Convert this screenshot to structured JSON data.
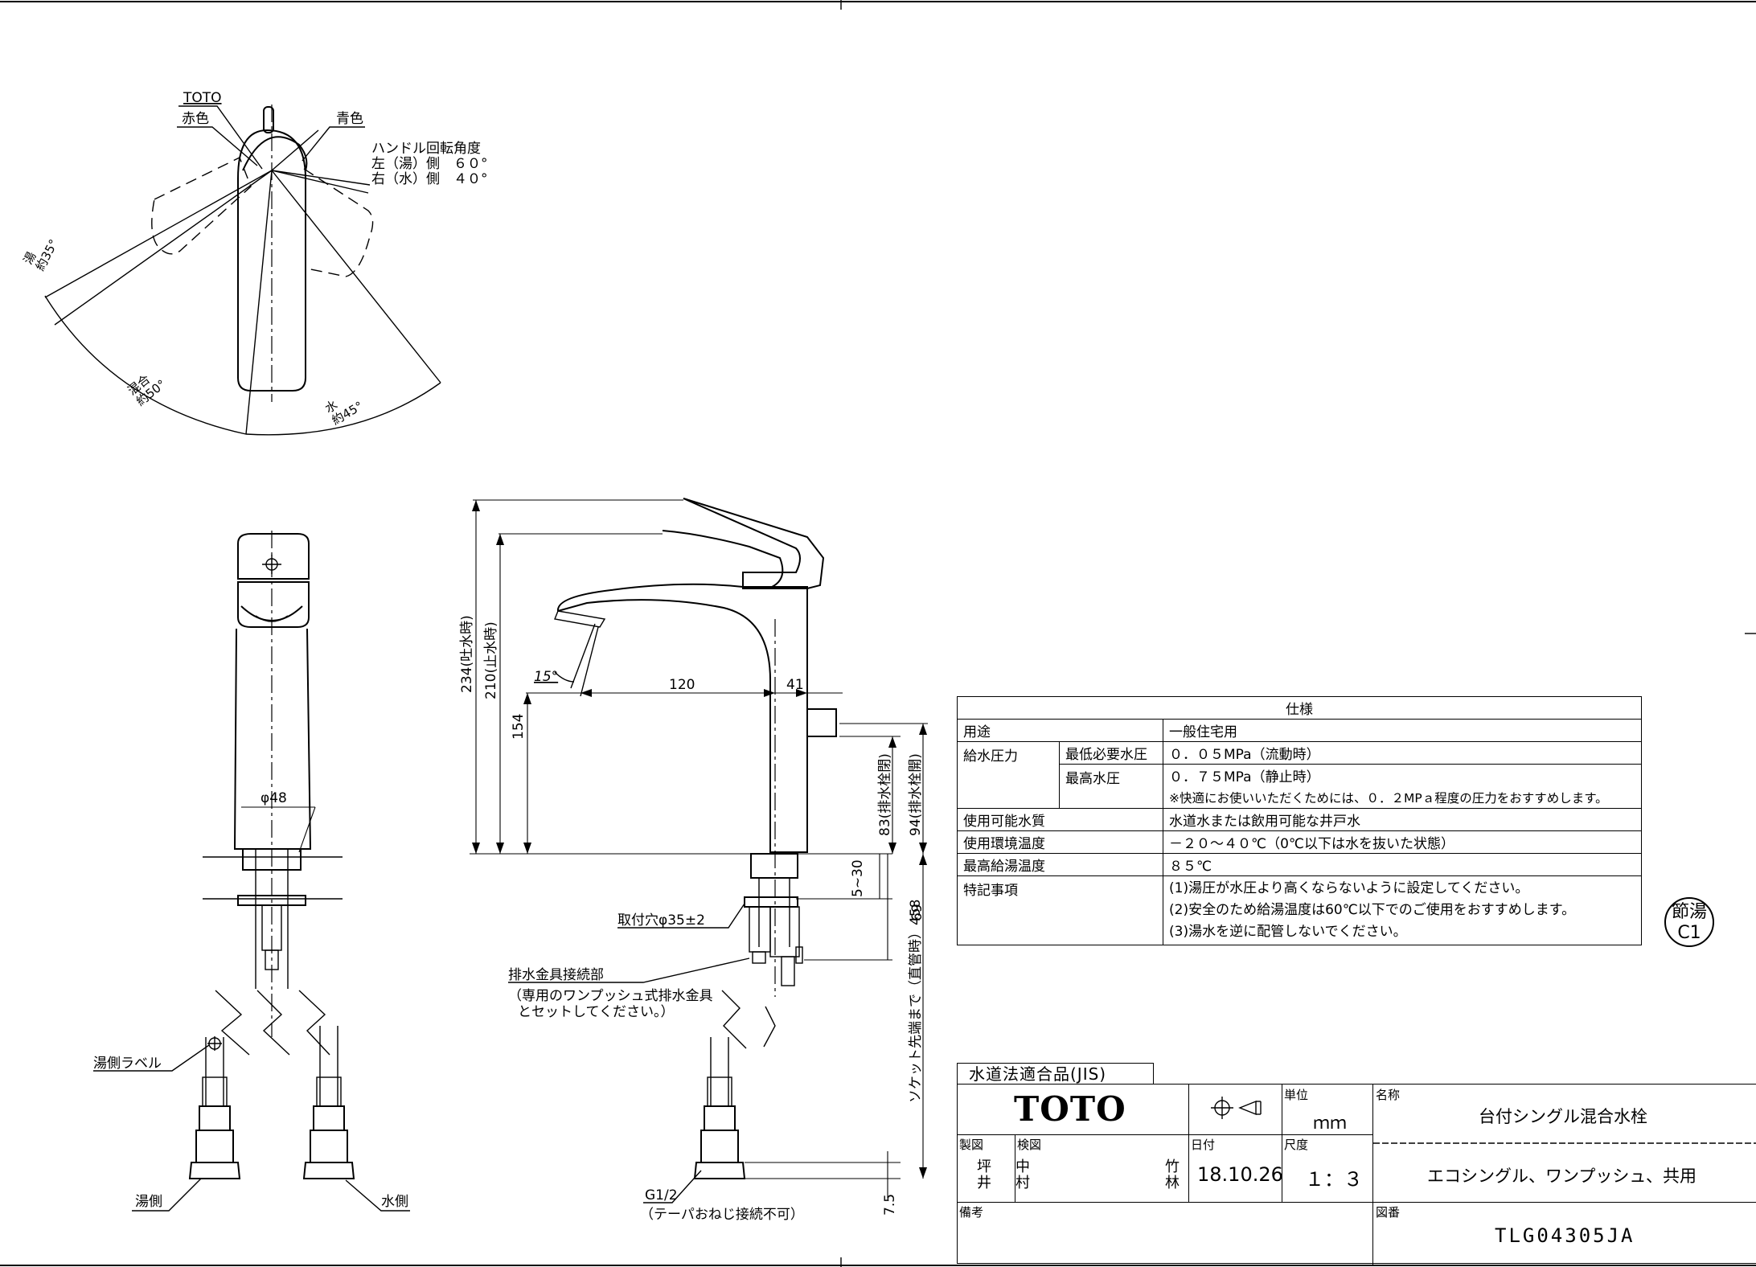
{
  "top_view": {
    "label_toto": "TOTO",
    "label_red": "赤色",
    "label_blue": "青色",
    "angle_title": "ハンドル回転角度",
    "angle_hot": "左（湯）側　６０°",
    "angle_cold": "右（水）側　４０°",
    "arc_hot_a": "湯",
    "arc_hot_b": "約35°",
    "arc_mix_a": "混合",
    "arc_mix_b": "約50°",
    "arc_cold_a": "水",
    "arc_cold_b": "約45°"
  },
  "front_view": {
    "dia": "φ48",
    "hot_label": "湯側ラベル",
    "hot_side": "湯側",
    "cold_side": "水側"
  },
  "side_view": {
    "dim_234": "234(吐水時)",
    "dim_210": "210(止水時)",
    "dim_154": "154",
    "angle_15": "15°",
    "dim_120": "120",
    "dim_41": "41",
    "dim_83": "83(排水栓閉)",
    "dim_94": "94(排水栓開)",
    "dim_5_30": "5~30",
    "dim_69": "69",
    "dim_458": "ソケット先端まで（直管時）458",
    "dim_7_5": "7.5",
    "hole": "取付穴φ35±2",
    "drain_title": "排水金具接続部",
    "drain_note1": "（専用のワンプッシュ式排水金具",
    "drain_note2": "とセットしてください。）",
    "thread": "G1/2",
    "thread_note": "（テーパおねじ接続不可）"
  },
  "spec": {
    "title": "仕様",
    "rows": {
      "use_k": "用途",
      "use_v": "一般住宅用",
      "press_k": "給水圧力",
      "min_k": "最低必要水圧",
      "min_v": "０．０５MPa（流動時）",
      "max_k": "最高水圧",
      "max_v": "０．７５MPa（静止時）",
      "press_note": "※快適にお使いいただくためには、０．２MPａ程度の圧力をおすすめします。",
      "water_k": "使用可能水質",
      "water_v": "水道水または飲用可能な井戸水",
      "temp_k": "使用環境温度",
      "temp_v": "－２０～４０℃（0℃以下は水を抜いた状態）",
      "hot_k": "最高給湯温度",
      "hot_v": "８５℃",
      "note_k": "特記事項",
      "note_1": "(1)湯圧が水圧より高くならないように設定してください。",
      "note_2": "(2)安全のため給湯温度は60℃以下でのご使用をおすすめします。",
      "note_3": "(3)湯水を逆に配管しないでください。"
    }
  },
  "stamp": {
    "line1": "節湯",
    "line2": "C1"
  },
  "title_block": {
    "jis": "水道法適合品(JIS)",
    "logo": "TOTO",
    "unit_label": "単位",
    "unit": "ｍｍ",
    "name_label": "名称",
    "name": "台付シングル混合水栓",
    "subname": "エコシングル、ワンプッシュ、共用",
    "drawn_label": "製図",
    "drawn_1": "坪",
    "drawn_2": "井",
    "check_label": "検図",
    "check_1": "中",
    "check_2": "村",
    "check_3": "竹",
    "check_4": "林",
    "date_label": "日付",
    "date": "18.10.26",
    "scale_label": "尺度",
    "scale": "１：３",
    "remarks_label": "備考",
    "dwg_label": "図番",
    "dwg_no": "TLG04305JA"
  }
}
